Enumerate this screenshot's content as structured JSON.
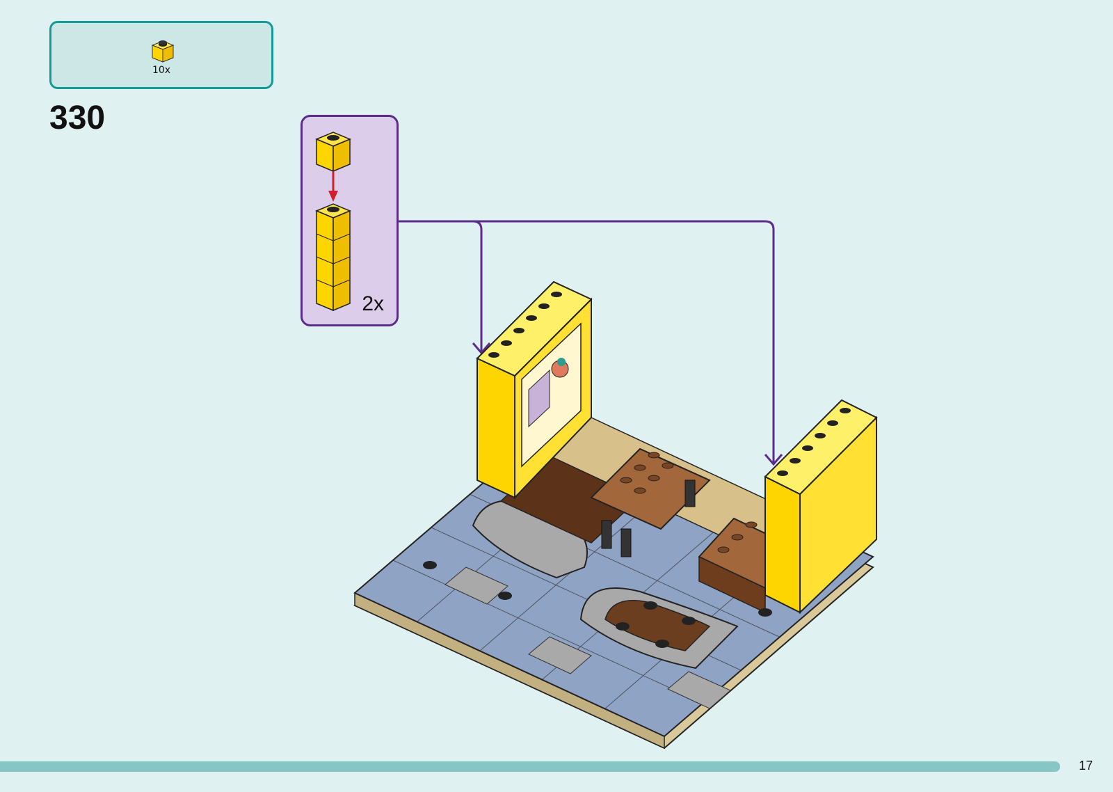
{
  "parts_panel": {
    "part_icon": "yellow-1x1-brick-icon",
    "quantity_label": "10x"
  },
  "step": {
    "number": "330"
  },
  "sub_assembly": {
    "quantity_label": "2x"
  },
  "page": {
    "number": "17"
  },
  "colors": {
    "parts_border": "#159a97",
    "sub_border": "#5b2c8a",
    "brick_yellow": "#ffd500",
    "arrow_red": "#d0202e",
    "progress_bar": "#86c6c4"
  }
}
